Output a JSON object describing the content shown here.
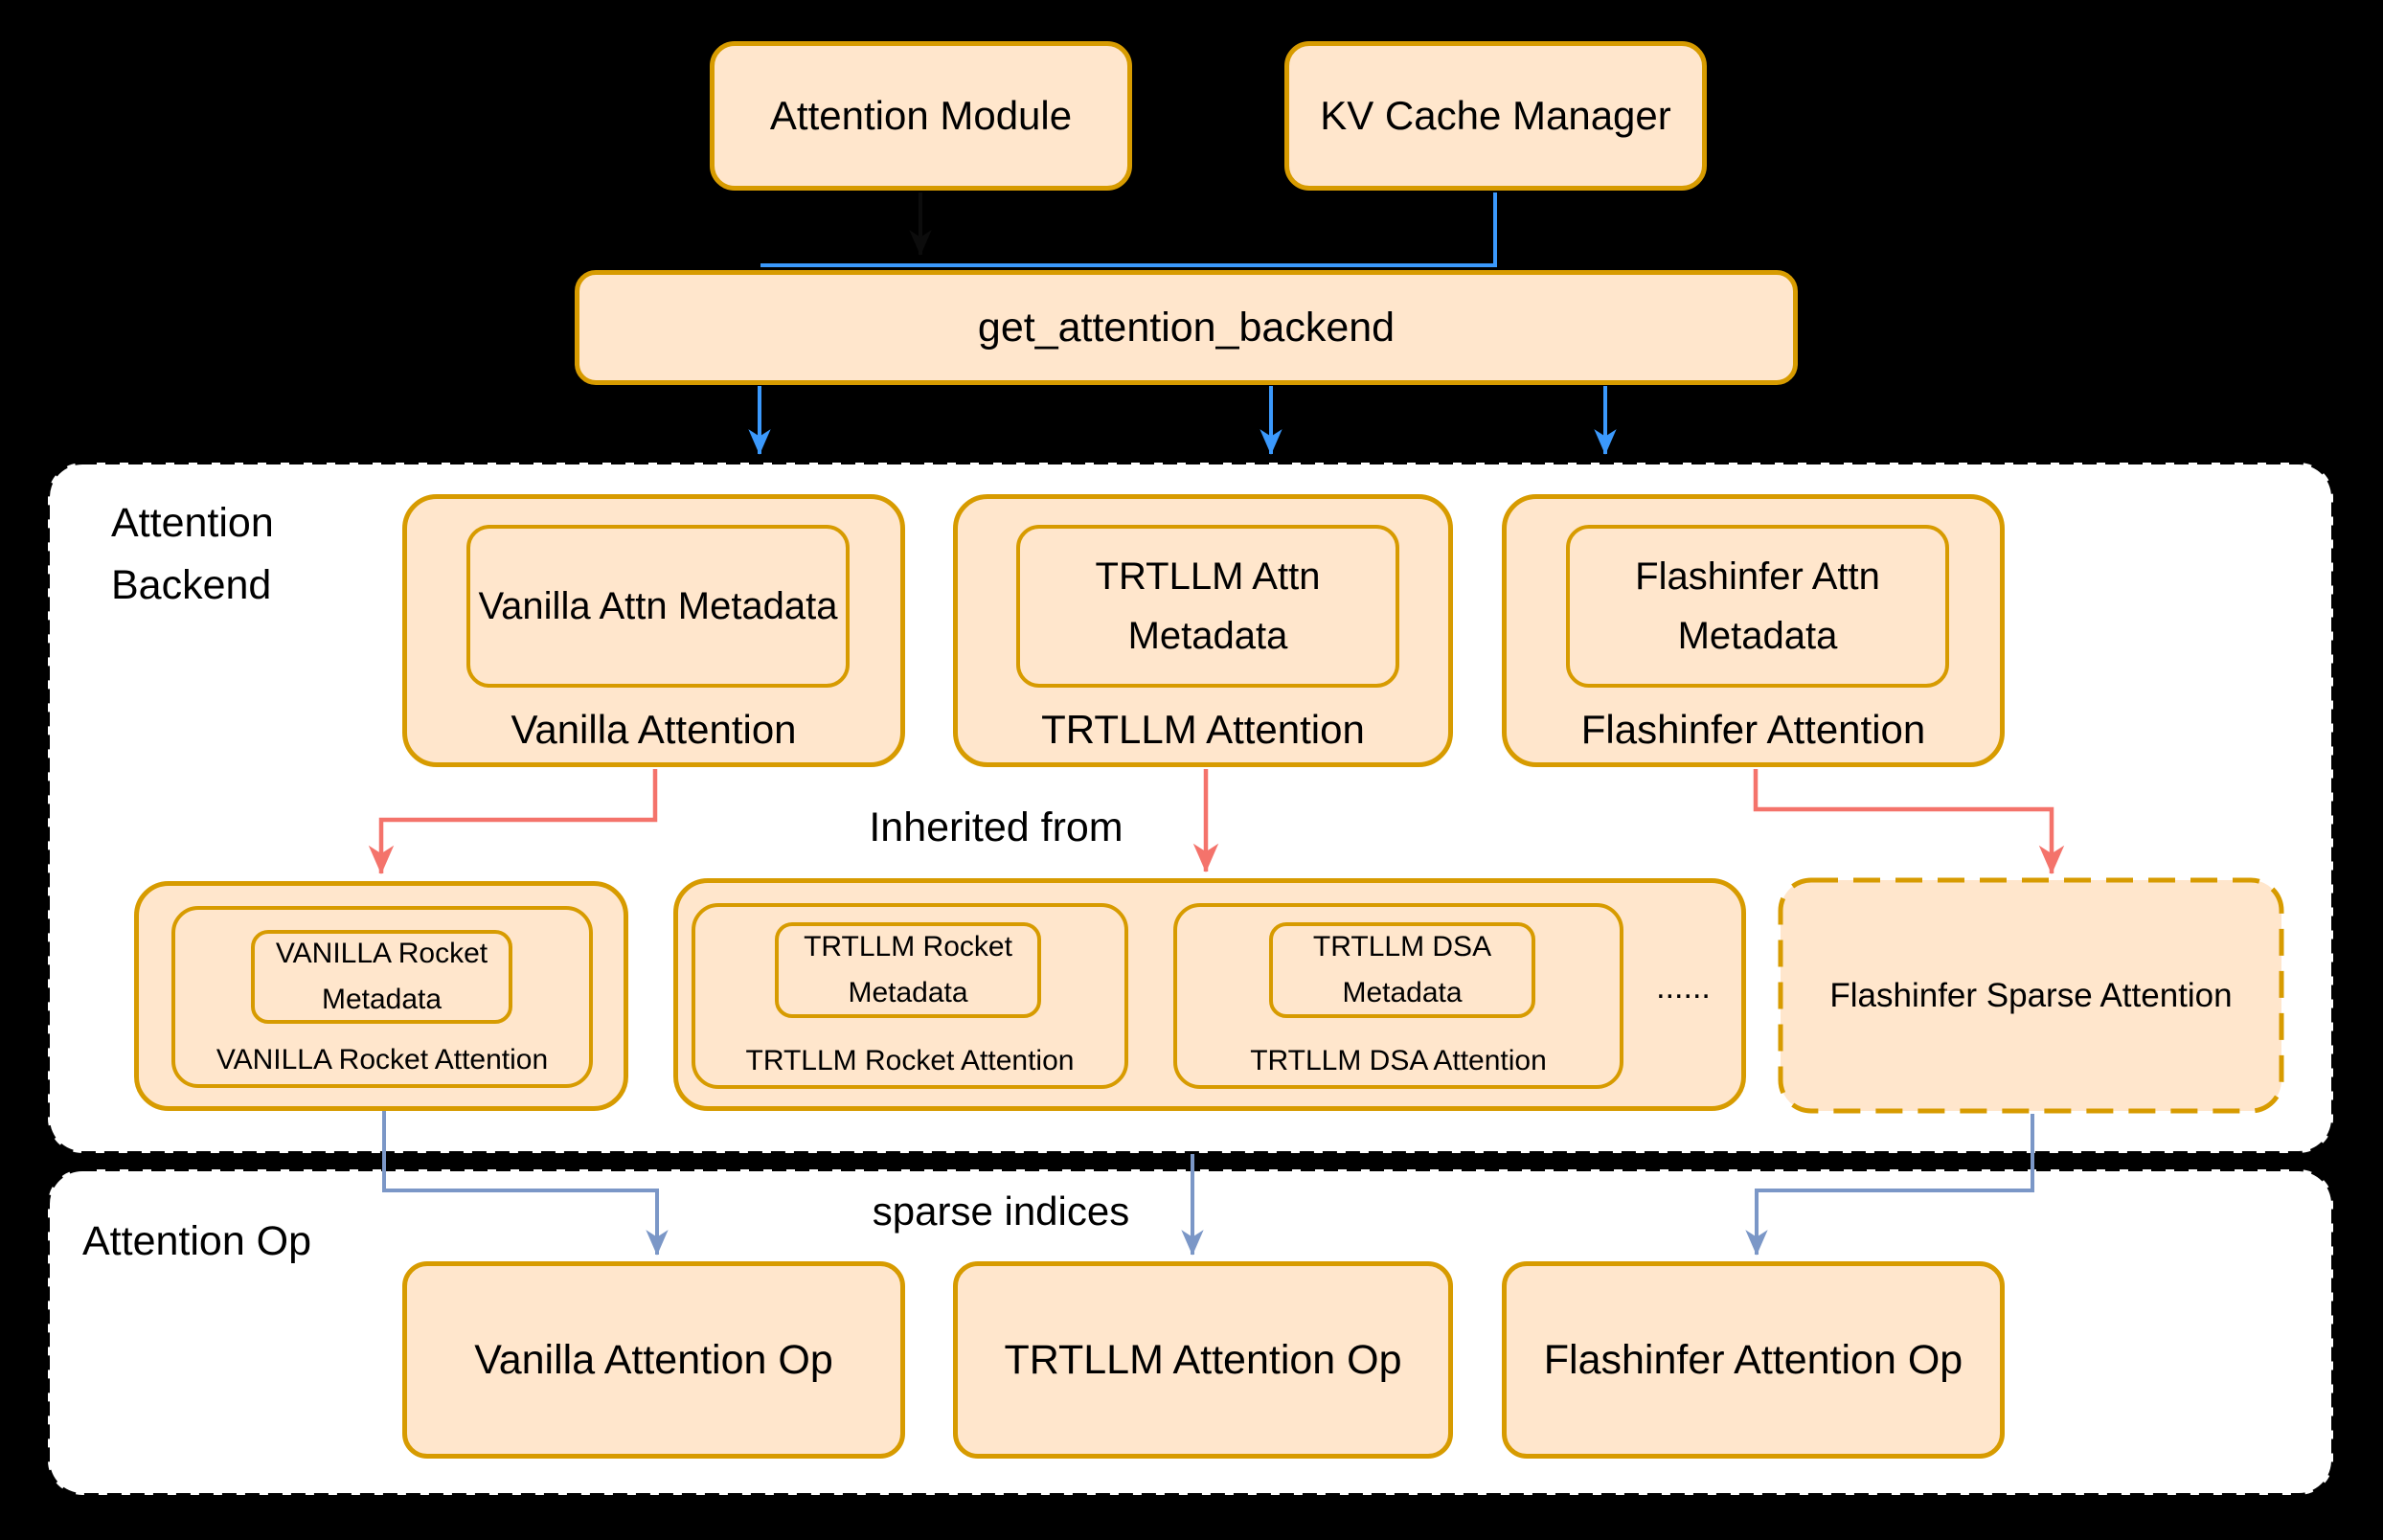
{
  "colors": {
    "background": "#000000",
    "box_fill": "#FFE6CC",
    "box_stroke": "#D79B00",
    "container_fill": "#FFFFFF",
    "container_stroke": "#000000",
    "arrow_blue": "#3B99FC",
    "arrow_red": "#F4736B",
    "arrow_slate": "#7B97C7",
    "arrow_black": "#0C0C0C"
  },
  "top": {
    "attention_module": "Attention Module",
    "kv_cache_manager": "KV Cache Manager",
    "get_attention_backend": "get_attention_backend"
  },
  "backend_section": {
    "label": "Attention Backend",
    "inherited_from_label": "Inherited from",
    "boxes": [
      {
        "metadata": "Vanilla Attn Metadata",
        "label": "Vanilla Attention"
      },
      {
        "metadata": "TRTLLM Attn Metadata",
        "label": "TRTLLM Attention"
      },
      {
        "metadata": "Flashinfer Attn Metadata",
        "label": "Flashinfer Attention"
      }
    ],
    "derived": [
      {
        "metadata": "VANILLA Rocket Metadata",
        "label": "VANILLA Rocket Attention"
      },
      {
        "metadata": "TRTLLM Rocket Metadata",
        "label": "TRTLLM Rocket Attention"
      },
      {
        "metadata": "TRTLLM DSA Metadata",
        "label": "TRTLLM DSA Attention"
      }
    ],
    "ellipsis": "......",
    "sparse_box_label": "Flashinfer Sparse Attention"
  },
  "op_section": {
    "label": "Attention Op",
    "sparse_indices_label": "sparse indices",
    "boxes": [
      "Vanilla Attention Op",
      "TRTLLM Attention Op",
      "Flashinfer Attention Op"
    ]
  }
}
